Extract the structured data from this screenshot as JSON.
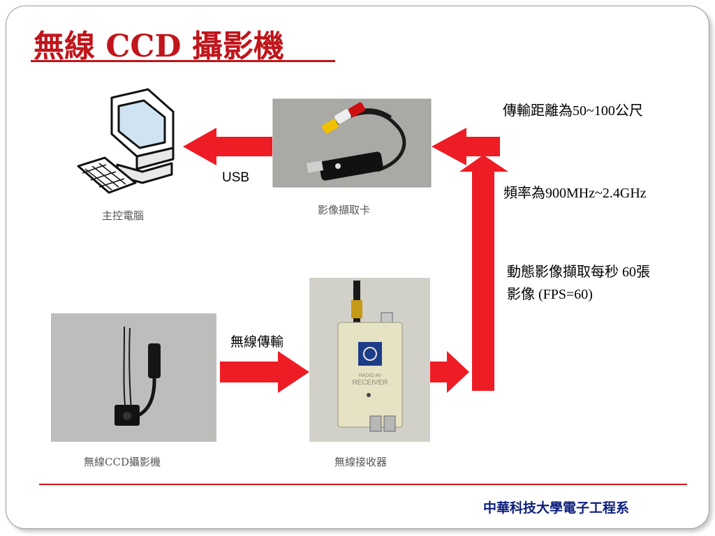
{
  "title": "無線 CCD 攝影機",
  "nodes": {
    "computer": {
      "caption": "主控電腦",
      "icon": "desktop-computer-icon"
    },
    "capture_card": {
      "caption": "影像擷取卡"
    },
    "ccd_camera": {
      "caption": "無線CCD攝影機"
    },
    "receiver": {
      "caption": "無線接收器",
      "printed_text": "RADIO AV RECEIVER"
    }
  },
  "edge_labels": {
    "usb": "USB",
    "wireless": "無線傳輸"
  },
  "specs": {
    "distance": "傳輸距離為50~100公尺",
    "frequency": "頻率為900MHz~2.4GHz",
    "fps_line1": "動態影像擷取每秒 60張",
    "fps_line2": "影像 (FPS=60)"
  },
  "footer": "中華科技大學電子工程系",
  "colors": {
    "title": "#c0151b",
    "arrow": "#ee1c24",
    "footer": "#0c1f7a",
    "footer_line": "#d8161c"
  }
}
